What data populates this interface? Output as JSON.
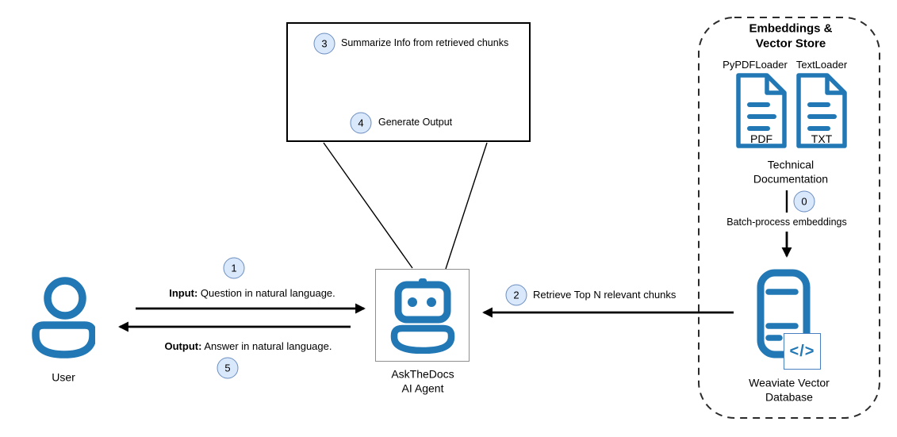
{
  "colors": {
    "icon_blue": "#2178b5",
    "badge_fill": "#dae8fc",
    "badge_border": "#6c8ebf",
    "arrow_black": "#000000"
  },
  "user": {
    "label": "User"
  },
  "agent": {
    "line1": "AskTheDocs",
    "line2": "AI Agent"
  },
  "process_box": {
    "step3_num": "3",
    "step3_label": "Summarize Info from retrieved chunks",
    "step4_num": "4",
    "step4_label": "Generate Output"
  },
  "flows": {
    "input_num": "1",
    "input_prefix": "Input:",
    "input_text": " Question in natural language.",
    "output_num": "5",
    "output_prefix": "Output:",
    "output_text": " Answer in natural language.",
    "retrieve_num": "2",
    "retrieve_label": "Retrieve Top N relevant chunks",
    "batch_num": "0",
    "batch_label": "Batch-process embeddings"
  },
  "vector_store": {
    "title1": "Embeddings &",
    "title2": "Vector Store",
    "pdf_loader_label": "PyPDFLoader",
    "pdf_file_type": "PDF",
    "text_loader_label": "TextLoader",
    "txt_file_type": "TXT",
    "tech1": "Technical",
    "tech2": "Documentation",
    "db1": "Weaviate Vector",
    "db2": "Database",
    "code_glyph": "</>"
  }
}
